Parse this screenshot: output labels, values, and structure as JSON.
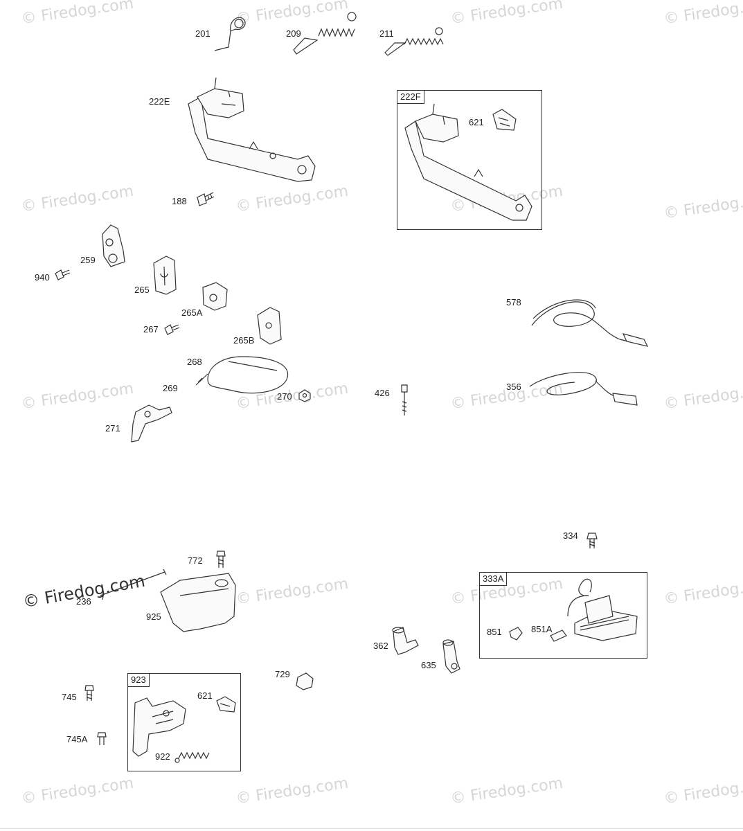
{
  "watermark": "© Firedog.com",
  "parts": {
    "p201": "201",
    "p209": "209",
    "p211": "211",
    "p222E": "222E",
    "p222F": "222F",
    "p621a": "621",
    "p188": "188",
    "p259": "259",
    "p940": "940",
    "p265": "265",
    "p265A": "265A",
    "p267": "267",
    "p265B": "265B",
    "p268": "268",
    "p269": "269",
    "p270": "270",
    "p271": "271",
    "p578": "578",
    "p426": "426",
    "p356": "356",
    "p334": "334",
    "p333A": "333A",
    "p851": "851",
    "p851A": "851A",
    "p362": "362",
    "p635": "635",
    "p772": "772",
    "p236": "236",
    "p925": "925",
    "p729": "729",
    "p923": "923",
    "p621b": "621",
    "p745": "745",
    "p745A": "745A",
    "p922": "922"
  },
  "colors": {
    "line": "#333333",
    "watermark": "#d6d6d6",
    "background": "#ffffff"
  }
}
